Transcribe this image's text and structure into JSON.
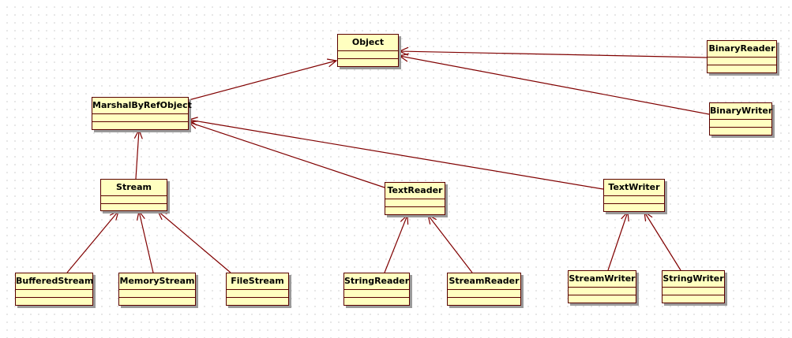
{
  "colors": {
    "class_fill": "#ffffc0",
    "class_border": "#5a0000",
    "edge": "#800000",
    "background": "#ffffff"
  },
  "classes": {
    "object": "Object",
    "marshal_by_ref_object": "MarshalByRefObject",
    "stream": "Stream",
    "text_reader": "TextReader",
    "text_writer": "TextWriter",
    "binary_reader": "BinaryReader",
    "binary_writer": "BinaryWriter",
    "buffered_stream": "BufferedStream",
    "memory_stream": "MemoryStream",
    "file_stream": "FileStream",
    "string_reader": "StringReader",
    "stream_reader": "StreamReader",
    "stream_writer": "StreamWriter",
    "string_writer": "StringWriter"
  },
  "relations": [
    {
      "from": "marshal_by_ref_object",
      "to": "object",
      "type": "inherits"
    },
    {
      "from": "binary_reader",
      "to": "object",
      "type": "inherits"
    },
    {
      "from": "binary_writer",
      "to": "object",
      "type": "inherits"
    },
    {
      "from": "stream",
      "to": "marshal_by_ref_object",
      "type": "inherits"
    },
    {
      "from": "text_reader",
      "to": "marshal_by_ref_object",
      "type": "inherits"
    },
    {
      "from": "text_writer",
      "to": "marshal_by_ref_object",
      "type": "inherits"
    },
    {
      "from": "buffered_stream",
      "to": "stream",
      "type": "inherits"
    },
    {
      "from": "memory_stream",
      "to": "stream",
      "type": "inherits"
    },
    {
      "from": "file_stream",
      "to": "stream",
      "type": "inherits"
    },
    {
      "from": "string_reader",
      "to": "text_reader",
      "type": "inherits"
    },
    {
      "from": "stream_reader",
      "to": "text_reader",
      "type": "inherits"
    },
    {
      "from": "stream_writer",
      "to": "text_writer",
      "type": "inherits"
    },
    {
      "from": "string_writer",
      "to": "text_writer",
      "type": "inherits"
    }
  ]
}
